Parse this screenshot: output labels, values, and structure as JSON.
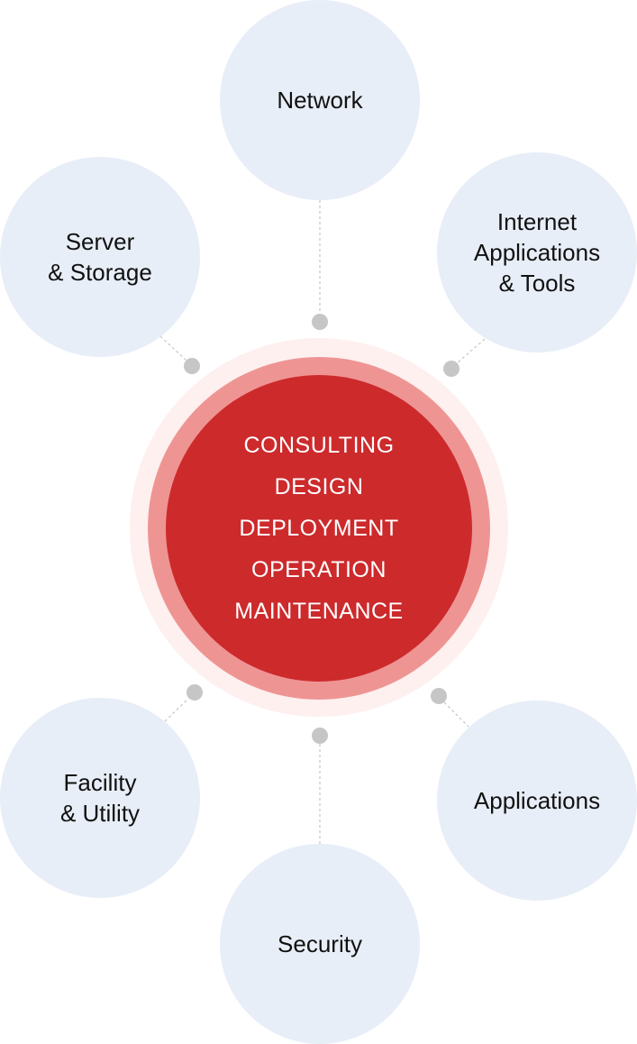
{
  "colors": {
    "satellite_fill": "#e8eef7",
    "hub_core": "#cd2a2c",
    "hub_ring": "#ee9594",
    "hub_glow": "#fdf0ef",
    "connector": "#c6c6c6",
    "connector_line": "#c9c9c9"
  },
  "hub": {
    "services": [
      "CONSULTING",
      "DESIGN",
      "DEPLOYMENT",
      "OPERATION",
      "MAINTENANCE"
    ]
  },
  "satellites": {
    "network": "Network",
    "internet": "Internet\nApplications\n& Tools",
    "server": "Server\n& Storage",
    "facility": "Facility\n& Utility",
    "applications": "Applications",
    "security": "Security"
  }
}
